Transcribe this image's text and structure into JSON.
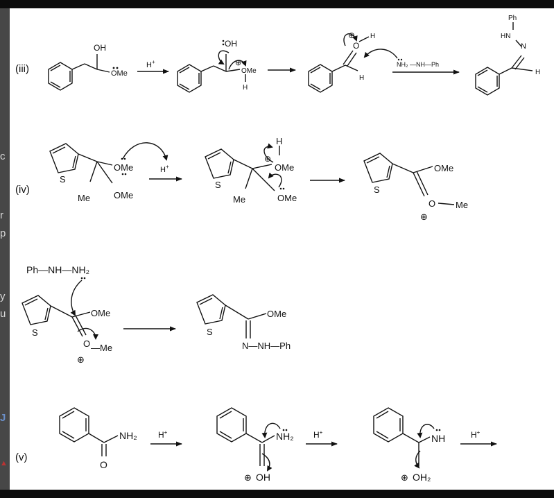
{
  "sections": {
    "iii": {
      "label": "(iii)",
      "reagent": "H",
      "reagent_mark": "+",
      "s1": {
        "oh": "OH",
        "ome": "OMe"
      },
      "s2": {
        "oh": "OH",
        "ome": "OMe",
        "h": "H",
        "charge": "⊕"
      },
      "s3": {
        "o": "O",
        "h": "H",
        "hc": "H",
        "charge": "⊕"
      },
      "nucleophile": "NH₂ —NH—Ph",
      "product": {
        "ph": "Ph",
        "hn": "HN",
        "n": "N",
        "h": "H"
      }
    },
    "iv": {
      "label": "(iv)",
      "reagent": "H",
      "reagent_mark": "+",
      "s1": {
        "s": "S",
        "ome1": "OMe",
        "ome2": "OMe",
        "me": "Me"
      },
      "s2": {
        "s": "S",
        "h": "H",
        "ome1": "OMe",
        "ome2": "OMe",
        "me": "Me",
        "charge": "⊕"
      },
      "s3": {
        "s": "S",
        "ome": "OMe",
        "o": "O",
        "me": "Me",
        "charge": "⊕"
      }
    },
    "hydrazine": {
      "reagent": "Ph—NH—NH₂",
      "s1": {
        "s": "S",
        "ome": "OMe",
        "o": "O",
        "me": "—Me",
        "charge": "⊕"
      },
      "product": {
        "s": "S",
        "ome": "OMe",
        "nn": "N—NH—Ph"
      }
    },
    "v": {
      "label": "(v)",
      "reagent": "H",
      "reagent_mark": "+",
      "s1": {
        "nh2": "NH₂",
        "o": "O"
      },
      "s2": {
        "nh2": "NH₂",
        "oh": "OH",
        "charge": "⊕"
      },
      "s3": {
        "nh": "NH",
        "oh2": "OH₂",
        "charge": "⊕"
      }
    }
  },
  "edge_fragments": [
    "c",
    "r",
    "p",
    "y",
    "u",
    "J",
    "▲"
  ],
  "colors": {
    "ink": "#111111",
    "background": "#ffffff",
    "frame": "#0c0c0c",
    "edge_panel": "#474747"
  }
}
